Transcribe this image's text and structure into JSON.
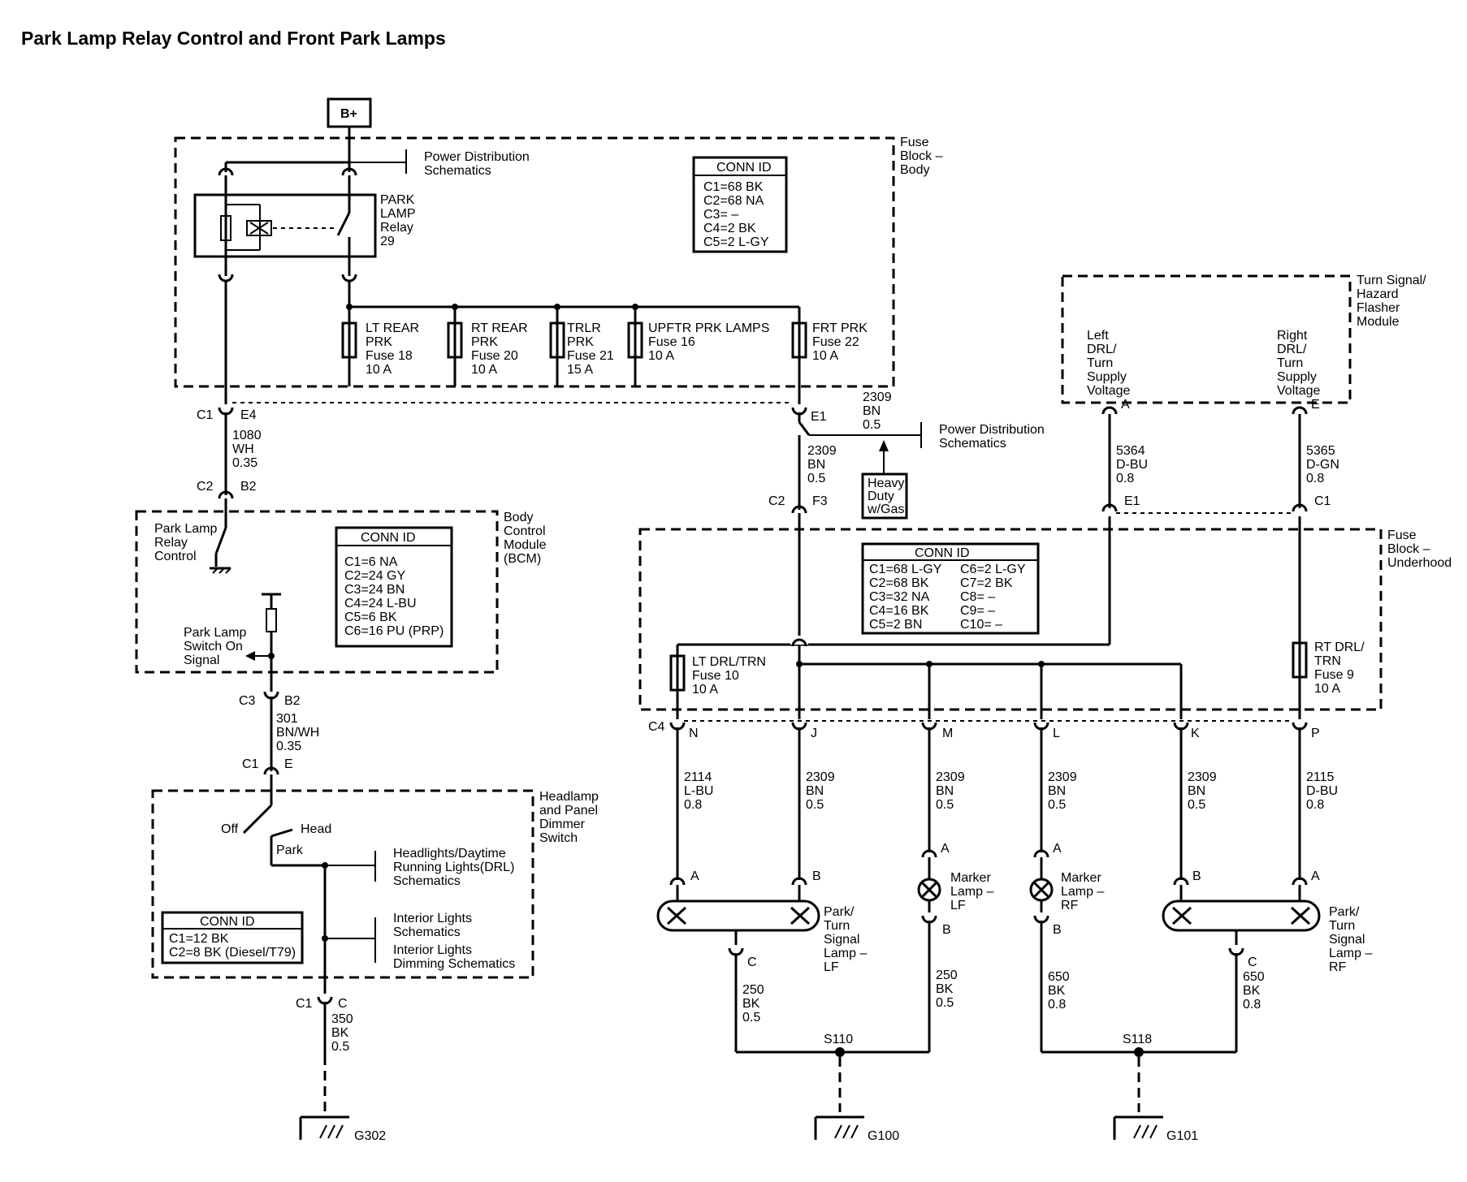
{
  "title": "Park Lamp Relay Control and Front Park Lamps",
  "battery": "B+",
  "fuse_block_body": {
    "name": [
      "Fuse",
      "Block –",
      "Body"
    ],
    "conn_id": {
      "header": "CONN ID",
      "rows": [
        "C1=68 BK",
        "C2=68 NA",
        "C3= –",
        "C4=2 BK",
        "C5=2 L-GY"
      ]
    },
    "power_dist": [
      "Power Distribution",
      "Schematics"
    ],
    "relay": [
      "PARK",
      "LAMP",
      "Relay",
      "29"
    ],
    "fuses": [
      [
        "LT REAR",
        "PRK",
        "Fuse 18",
        "10 A"
      ],
      [
        "RT REAR",
        "PRK",
        "Fuse 20",
        "10 A"
      ],
      [
        "TRLR",
        "PRK",
        "Fuse 21",
        "15 A"
      ],
      [
        "UPFTR PRK LAMPS",
        "Fuse 16",
        "10 A"
      ],
      [
        "FRT PRK",
        "Fuse 22",
        "10 A"
      ]
    ]
  },
  "bcm": {
    "name": [
      "Body",
      "Control",
      "Module",
      "(BCM)"
    ],
    "conn_id": {
      "header": "CONN ID",
      "rows": [
        "C1=6 NA",
        "C2=24 GY",
        "C3=24 BN",
        "C4=24 L-BU",
        "C5=6 BK",
        "C6=16 PU (PRP)"
      ]
    },
    "relay_control": [
      "Park Lamp",
      "Relay",
      "Control"
    ],
    "switch_signal": [
      "Park Lamp",
      "Switch On",
      "Signal"
    ]
  },
  "headlamp_switch": {
    "name": [
      "Headlamp",
      "and Panel",
      "Dimmer",
      "Switch"
    ],
    "conn_id": {
      "header": "CONN ID",
      "rows": [
        "C1=12 BK",
        "C2=8 BK (Diesel/T79)"
      ]
    },
    "positions": {
      "off": "Off",
      "park": "Park",
      "head": "Head"
    },
    "refs": [
      [
        "Headlights/Daytime",
        "Running Lights(DRL)",
        "Schematics"
      ],
      [
        "Interior Lights",
        "Schematics"
      ],
      [
        "Interior Lights",
        "Dimming Schematics"
      ]
    ]
  },
  "flasher_module": {
    "name": [
      "Turn Signal/",
      "Hazard",
      "Flasher",
      "Module"
    ],
    "left": [
      "Left",
      "DRL/",
      "Turn",
      "Supply",
      "Voltage"
    ],
    "right": [
      "Right",
      "DRL/",
      "Turn",
      "Supply",
      "Voltage"
    ]
  },
  "fuse_block_underhood": {
    "name": [
      "Fuse",
      "Block –",
      "Underhood"
    ],
    "conn_id": {
      "header": "CONN ID",
      "left": [
        "C1=68 L-GY",
        "C2=68 BK",
        "C3=32 NA",
        "C4=16 BK",
        "C5=2 BN"
      ],
      "right": [
        "C6=2 L-GY",
        "C7=2 BK",
        "C8= –",
        "C9= –",
        "C10= –"
      ]
    },
    "lt_fuse": [
      "LT DRL/TRN",
      "Fuse 10",
      "10 A"
    ],
    "rt_fuse": [
      "RT DRL/",
      "TRN",
      "Fuse 9",
      "10 A"
    ]
  },
  "power_dist_2": [
    "Power Distribution",
    "Schematics"
  ],
  "heavy_duty": [
    "Heavy",
    "Duty",
    "w/Gas"
  ],
  "connectors": {
    "c1": "C1",
    "c2": "C2",
    "c3": "C3",
    "c4": "C4",
    "e4": "E4",
    "b2": "B2",
    "e": "E",
    "c": "C",
    "e1": "E1",
    "f3": "F3",
    "a": "A",
    "b": "B",
    "n": "N",
    "j": "J",
    "m": "M",
    "l": "L",
    "k": "K",
    "p": "P"
  },
  "wires": {
    "w1080": [
      "1080",
      "WH",
      "0.35"
    ],
    "w301": [
      "301",
      "BN/WH",
      "0.35"
    ],
    "w350": [
      "350",
      "BK",
      "0.5"
    ],
    "w2309": [
      "2309",
      "BN",
      "0.5"
    ],
    "w5364": [
      "5364",
      "D-BU",
      "0.8"
    ],
    "w5365": [
      "5365",
      "D-GN",
      "0.8"
    ],
    "w2114": [
      "2114",
      "L-BU",
      "0.8"
    ],
    "w2115": [
      "2115",
      "D-BU",
      "0.8"
    ],
    "w250": [
      "250",
      "BK",
      "0.5"
    ],
    "w650": [
      "650",
      "BK",
      "0.8"
    ]
  },
  "lamps": {
    "park_lf": [
      "Park/",
      "Turn",
      "Signal",
      "Lamp –",
      "LF"
    ],
    "park_rf": [
      "Park/",
      "Turn",
      "Signal",
      "Lamp –",
      "RF"
    ],
    "marker_lf": [
      "Marker",
      "Lamp –",
      "LF"
    ],
    "marker_rf": [
      "Marker",
      "Lamp –",
      "RF"
    ]
  },
  "splices": {
    "s110": "S110",
    "s118": "S118"
  },
  "grounds": {
    "g302": "G302",
    "g100": "G100",
    "g101": "G101"
  }
}
